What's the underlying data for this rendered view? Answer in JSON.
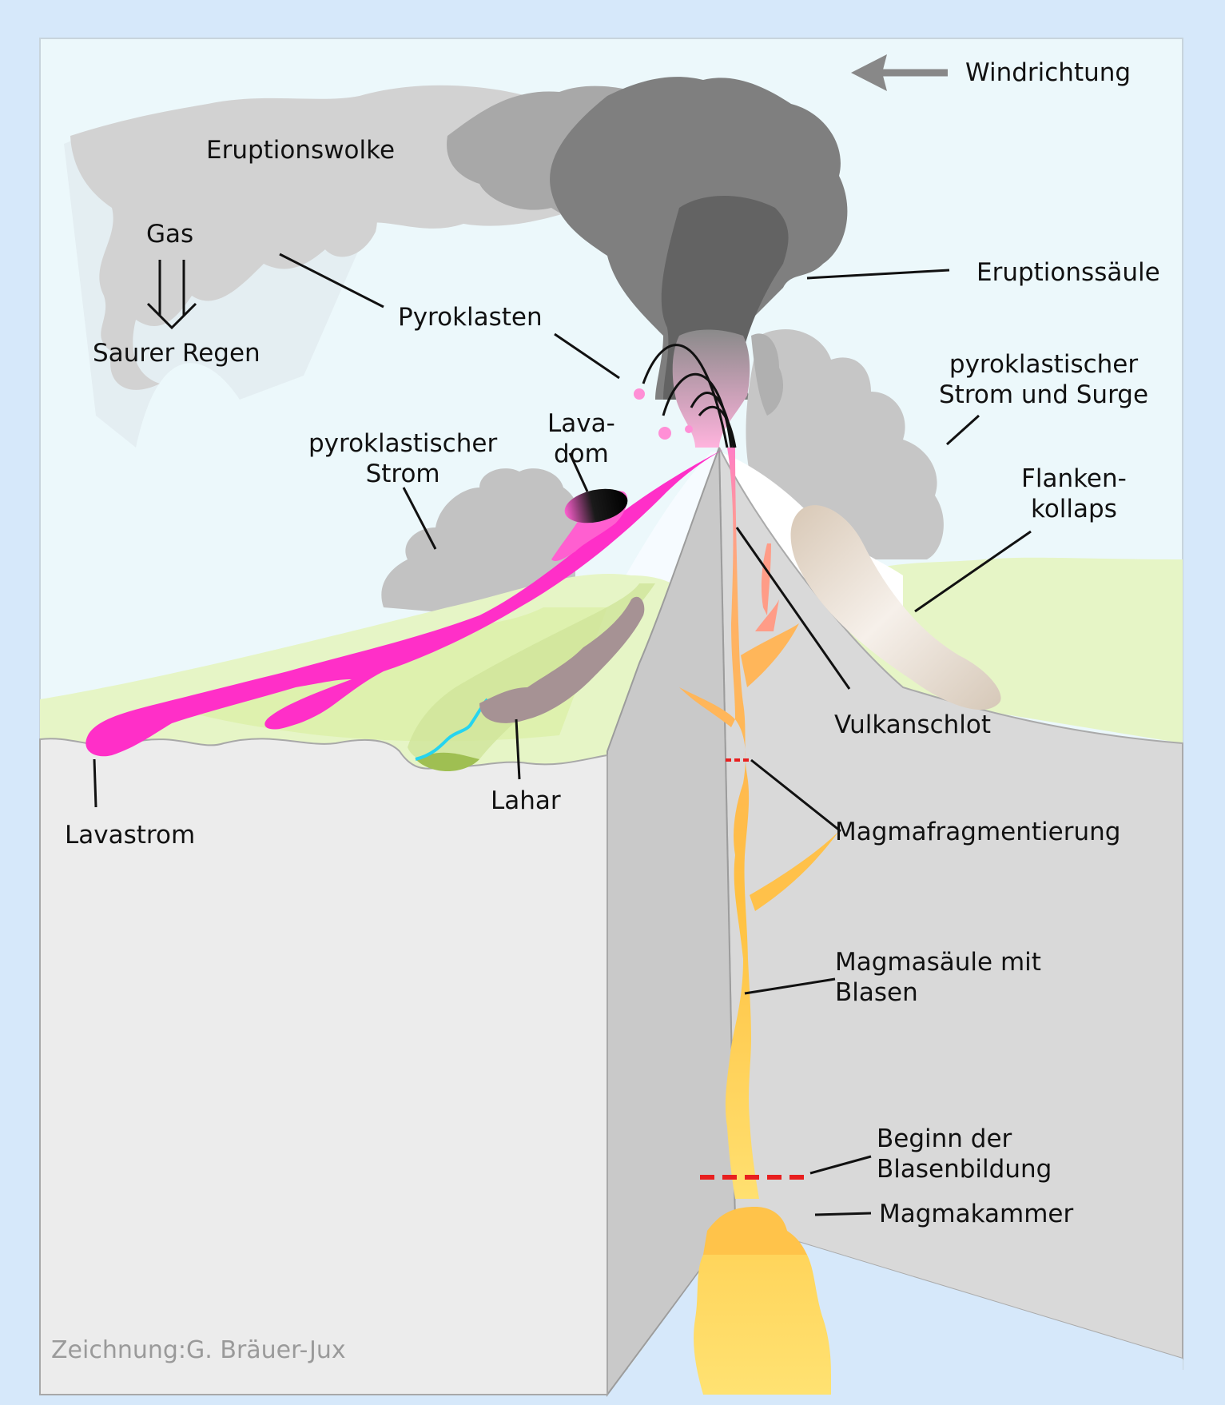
{
  "labels": {
    "wind_direction": "Windrichtung",
    "eruption_cloud": "Eruptionswolke",
    "eruption_column": "Eruptionssäule",
    "gas": "Gas",
    "acid_rain": "Saurer Regen",
    "pyroclasts": "Pyroklasten",
    "pyroclastic_surge_line1": "pyroklastischer",
    "pyroclastic_surge_line2": "Strom und Surge",
    "lava_dome_line1": "Lava-",
    "lava_dome_line2": "dom",
    "pyroclastic_flow_line1": "pyroklastischer",
    "pyroclastic_flow_line2": "Strom",
    "flank_collapse_line1": "Flanken-",
    "flank_collapse_line2": "kollaps",
    "vent": "Vulkanschlot",
    "lava_flow": "Lavastrom",
    "lahar": "Lahar",
    "magma_fragmentation": "Magmafragmentierung",
    "magma_column_line1": "Magmasäule mit",
    "magma_column_line2": "Blasen",
    "bubble_start_line1": "Beginn der",
    "bubble_start_line2": "Blasenbildung",
    "magma_chamber": "Magmakammer"
  },
  "credit": "Zeichnung:G. Bräuer-Jux",
  "colors": {
    "background": "#d6e8fa",
    "sky": "#ecf8fb",
    "lava": "#ff2fc8",
    "magma": "#ffc14a",
    "ground_green": "#e6f5c6",
    "ash_dark": "#6d6d6d"
  }
}
